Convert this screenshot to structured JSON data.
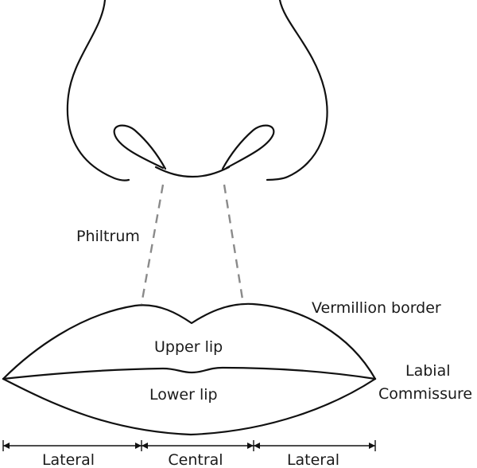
{
  "labels": {
    "philtrum": "Philtrum",
    "vermillion_border": "Vermillion border",
    "upper_lip": "Upper lip",
    "lower_lip": "Lower lip",
    "labial_line1": "Labial",
    "labial_line2": "Commissure"
  },
  "segments": [
    "Lateral",
    "Central",
    "Lateral"
  ],
  "colors": {
    "line": "#111111",
    "dash": "#8a8a8a",
    "background": "#ffffff"
  }
}
